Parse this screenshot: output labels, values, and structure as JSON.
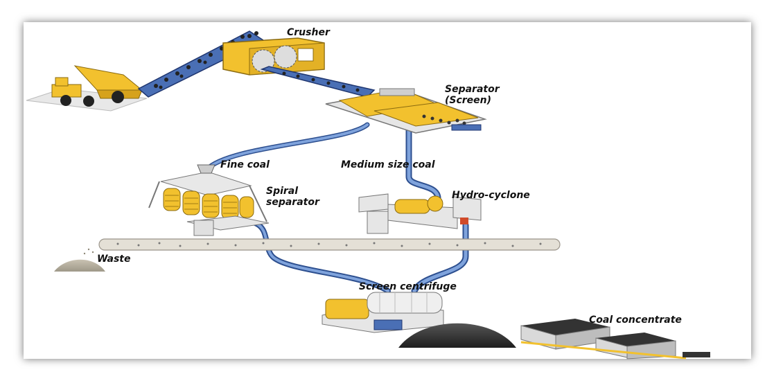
{
  "labels": {
    "crusher": "Crusher",
    "separator_line1": "Separator",
    "separator_line2": "(Screen)",
    "fine_coal": "Fine coal",
    "medium_size_coal": "Medium size coal",
    "spiral_line1": "Spiral",
    "spiral_line2": "separator",
    "hydro_cyclone": "Hydro-cyclone",
    "waste": "Waste",
    "screen_centrifuge": "Screen centrifuge",
    "coal_concentrate": "Coal concentrate"
  },
  "colors": {
    "belt_blue": "#4a6fb5",
    "pipe_blue": "#5b84c8",
    "machine_yellow": "#f2c12e",
    "machine_grey": "#d9d9d9",
    "coal_black": "#2b2b2b"
  }
}
